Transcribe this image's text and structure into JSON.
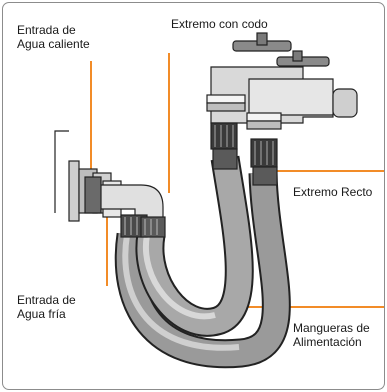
{
  "labels": {
    "hot_inlet": "Entrada de\nAgua caliente",
    "elbow_end": "Extremo con codo",
    "straight_end": "Extremo Recto",
    "cold_inlet": "Entrada de\nAgua fría",
    "supply_hoses": "Mangueras de\nAlimentación"
  },
  "colors": {
    "leader": "#f28c28",
    "hose": "#9a9a9a",
    "hose_highlight": "#cfcfcf",
    "metal": "#d9d9d9",
    "outline": "#222222"
  }
}
